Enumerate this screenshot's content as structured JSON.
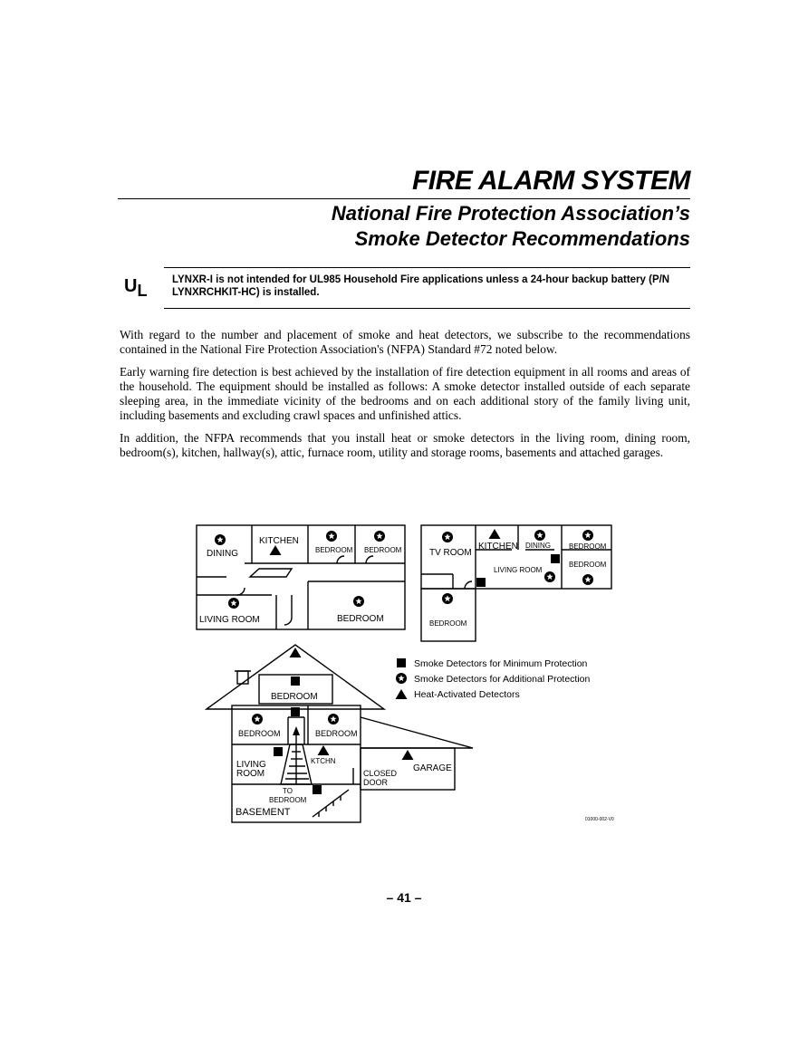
{
  "header": {
    "title": "FIRE ALARM SYSTEM",
    "subtitle_line1": "National Fire Protection Association’s",
    "subtitle_line2": "Smoke Detector Recommendations"
  },
  "ul_note": {
    "mark_u": "U",
    "mark_l": "L",
    "text": "LYNXR-I is not intended for UL985 Household Fire applications unless a 24-hour backup battery (P/N LYNXRCHKIT-HC) is installed."
  },
  "paragraphs": [
    "With regard to the number and placement of smoke and heat detectors, we subscribe to the recommendations contained in the National Fire Protection Association's (NFPA) Standard #72 noted below.",
    "Early warning fire detection is best achieved by the installation of fire detection equipment in all rooms and areas of the household. The equipment should be installed as follows: A smoke detector installed outside of each separate sleeping area, in the immediate vicinity of the bedrooms and on each additional story of the family living unit, including basements and excluding crawl spaces and unfinished attics.",
    "In addition, the NFPA recommends that you install heat or smoke detectors in the living room, dining room, bedroom(s), kitchen, hallway(s), attic, furnace room, utility and storage rooms, basements and attached garages."
  ],
  "diagram": {
    "plan_left": {
      "dining": "DINING",
      "kitchen": "KITCHEN",
      "bedroom_a": "BEDROOM",
      "bedroom_b": "BEDROOM",
      "living_room": "LIVING ROOM",
      "bedroom_c": "BEDROOM"
    },
    "plan_right": {
      "tv_room": "TV ROOM",
      "kitchen": "KITCHEN",
      "dining": "DINING",
      "bedroom_a": "BEDROOM",
      "living_room": "LIVING ROOM",
      "bedroom_b": "BEDROOM",
      "bedroom_c": "BEDROOM"
    },
    "house": {
      "attic_bedroom": "BEDROOM",
      "bedroom_left": "BEDROOM",
      "bedroom_right": "BEDROOM",
      "living_line1": "LIVING",
      "living_line2": "ROOM",
      "ktchn": "KTCHN",
      "to_line1": "TO",
      "to_line2": "BEDROOM",
      "basement": "BASEMENT",
      "closed_line1": "CLOSED",
      "closed_line2": "DOOR",
      "garage": "GARAGE"
    },
    "legend": [
      {
        "symbol": "square",
        "label": "Smoke Detectors for Minimum Protection"
      },
      {
        "symbol": "star-circle",
        "label": "Smoke Detectors for Additional Protection"
      },
      {
        "symbol": "triangle",
        "label": "Heat-Activated Detectors"
      }
    ],
    "figure_code": "01000-002-V0"
  },
  "page_number": "– 41 –"
}
